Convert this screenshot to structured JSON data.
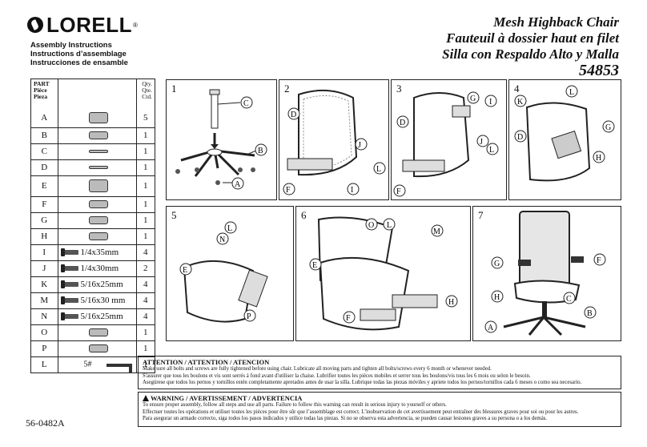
{
  "brand": {
    "name": "LORELL",
    "reg": "®"
  },
  "assembly": [
    "Assembly Instructions",
    "Instructions d’assemblage",
    "Instrucciones de ensamble"
  ],
  "titles": [
    "Mesh Highback Chair",
    "Fauteuil à dossier haut en filet",
    "Silla con Respaldo Alto y Malla",
    "54853"
  ],
  "parts_header": {
    "part": "PART",
    "piece": "Pièce",
    "pieza": "Pieza",
    "qty": "Qty.",
    "qte": "Qte.",
    "ctd": "Ctd."
  },
  "parts": [
    {
      "label": "A",
      "hardware": "",
      "qty": "5"
    },
    {
      "label": "B",
      "hardware": "",
      "qty": "1"
    },
    {
      "label": "C",
      "hardware": "",
      "qty": "1"
    },
    {
      "label": "D",
      "hardware": "",
      "qty": "1"
    },
    {
      "label": "E",
      "hardware": "",
      "qty": "1"
    },
    {
      "label": "F",
      "hardware": "",
      "qty": "1"
    },
    {
      "label": "G",
      "hardware": "",
      "qty": "1"
    },
    {
      "label": "H",
      "hardware": "",
      "qty": "1"
    },
    {
      "label": "I",
      "hardware": "1/4x35mm",
      "qty": "4"
    },
    {
      "label": "J",
      "hardware": "1/4x30mm",
      "qty": "2"
    },
    {
      "label": "K",
      "hardware": "5/16x25mm",
      "qty": "4"
    },
    {
      "label": "M",
      "hardware": "5/16x30 mm",
      "qty": "4"
    },
    {
      "label": "N",
      "hardware": "5/16x25mm",
      "qty": "4"
    },
    {
      "label": "O",
      "hardware": "",
      "qty": "1"
    },
    {
      "label": "P",
      "hardware": "",
      "qty": "1"
    },
    {
      "label": "L",
      "hardware": "5#",
      "qty": "1"
    }
  ],
  "steps": [
    "1",
    "2",
    "3",
    "4",
    "5",
    "6",
    "7"
  ],
  "callouts": {
    "s1": [
      "C",
      "B",
      "A"
    ],
    "s2": [
      "D",
      "J",
      "L",
      "F",
      "I"
    ],
    "s3": [
      "G",
      "I",
      "D",
      "J",
      "L",
      "F"
    ],
    "s4": [
      "K",
      "L",
      "D",
      "G",
      "H"
    ],
    "s5": [
      "L",
      "N",
      "E",
      "P"
    ],
    "s6": [
      "O",
      "L",
      "M",
      "E",
      "H",
      "F"
    ],
    "s7": [
      "G",
      "F",
      "H",
      "C",
      "B",
      "A"
    ]
  },
  "attention": {
    "title": "ATTENTION / ATTENTION / ATENCION",
    "lines": [
      "Make sure all bolts and screws are fully tightened before using chair. Lubricate all moving parts and tighten all bolts/screws every 6 month or whenever needed.",
      "S'assurer que tous les boulons et vis sont serrés à fond avant d'utiliser la chaise. Lubrifier toutes les pièces mobiles et serrer tous les boulons/vis tous les 6 mois ou selon le besoin.",
      "Asegúrese que todos los pernos y tornillos estén completamente apretados antes de usar la silla. Lubrique todas las piezas móviles y apriete todos los pernos/tornillos cada 6 meses o como sea necesario."
    ]
  },
  "warning": {
    "title": "WARNING / AVERTISSEMENT / ADVERTENCIA",
    "lines": [
      "To ensure proper assembly, follow all steps and use all parts. Failure to follow this warning can result in serious injury to yourself or others.",
      "Effectuer toutes les opérations et utiliser toutes les pièces pour être sûr que l’assemblage est correct. L’inobservation de cet avertissement peut entraîner des blessures graves pour soi ou pour les autres.",
      "Para asegurar un armado correcto, siga todos los pasos indicados y utilice todas las piezas. Si no se observa esta advertencia, se pueden causar lesiones graves a su persona o a los demás."
    ]
  },
  "doc_number": "56-0482A"
}
